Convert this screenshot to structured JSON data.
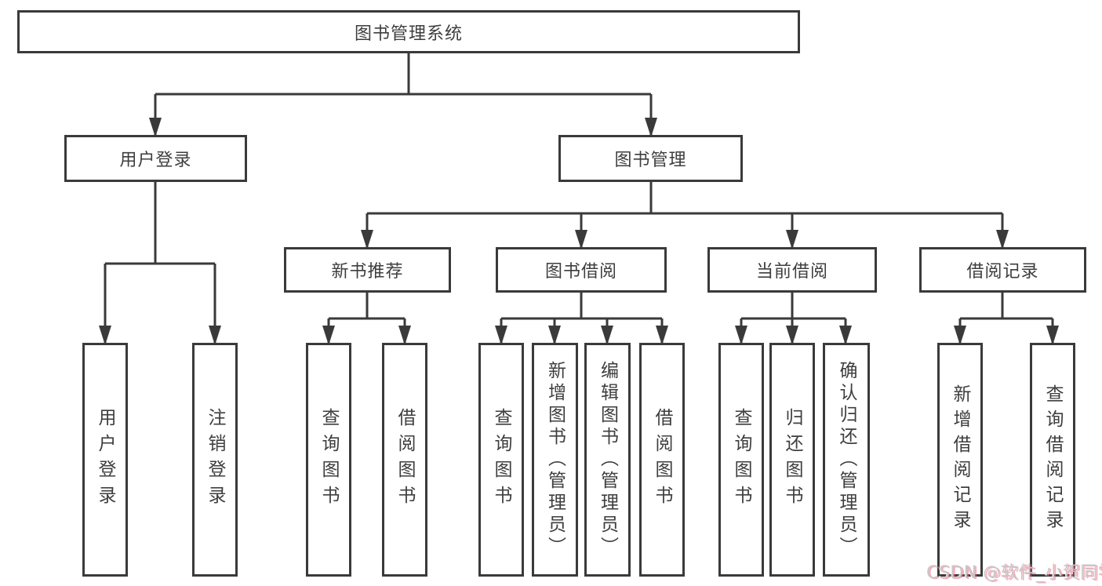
{
  "diagram": {
    "root": {
      "label": "图书管理系统"
    },
    "level2": [
      {
        "label": "用户登录"
      },
      {
        "label": "图书管理"
      }
    ],
    "level3": [
      {
        "label": "新书推荐",
        "parent": "图书管理"
      },
      {
        "label": "图书借阅",
        "parent": "图书管理"
      },
      {
        "label": "当前借阅",
        "parent": "图书管理"
      },
      {
        "label": "借阅记录",
        "parent": "图书管理"
      }
    ],
    "leaves": [
      {
        "label": "用户登录",
        "parent": "用户登录"
      },
      {
        "label": "注销登录",
        "parent": "用户登录"
      },
      {
        "label": "查询图书",
        "parent": "新书推荐"
      },
      {
        "label": "借阅图书",
        "parent": "新书推荐"
      },
      {
        "label": "查询图书",
        "parent": "图书借阅"
      },
      {
        "label": "新增图书（管理员）",
        "parent": "图书借阅"
      },
      {
        "label": "编辑图书（管理员）",
        "parent": "图书借阅"
      },
      {
        "label": "借阅图书",
        "parent": "图书借阅"
      },
      {
        "label": "查询图书",
        "parent": "当前借阅"
      },
      {
        "label": "归还图书",
        "parent": "当前借阅"
      },
      {
        "label": "确认归还（管理员）",
        "parent": "当前借阅"
      },
      {
        "label": "新增借阅记录",
        "parent": "借阅记录"
      },
      {
        "label": "查询借阅记录",
        "parent": "借阅记录"
      }
    ]
  },
  "watermark": {
    "text": "CSDN @软件_小贺同学"
  },
  "colors": {
    "line": "#3a3a3a",
    "border": "#3a3a3a",
    "text": "#3e3e3e",
    "background": "#ffffff",
    "watermark_gray": "#c9c6c6",
    "watermark_accent": "#fa6487"
  }
}
